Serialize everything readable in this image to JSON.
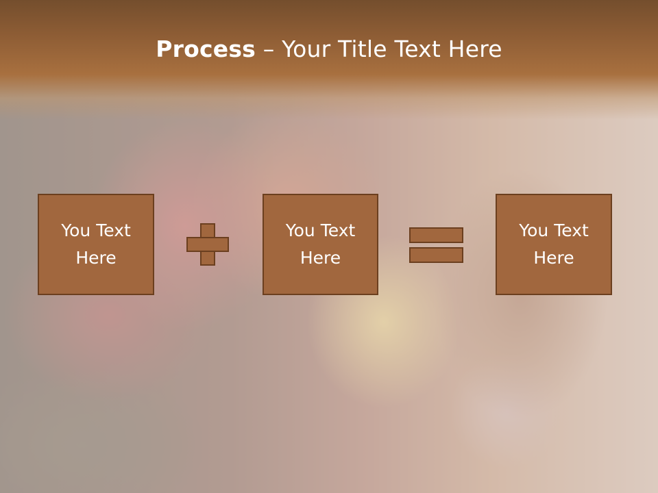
{
  "slide": {
    "title_bold": "Process",
    "title_rest": " – Your Title Text Here"
  },
  "diagram": {
    "boxes": [
      {
        "text": "You Text\nHere"
      },
      {
        "text": "You Text\nHere"
      },
      {
        "text": "You Text\nHere"
      }
    ],
    "operators": [
      "plus",
      "equals"
    ]
  },
  "colors": {
    "box_fill": "#a1673e",
    "box_border": "#6b3f1f",
    "title_band": "#8e5d35",
    "text": "#ffffff"
  }
}
